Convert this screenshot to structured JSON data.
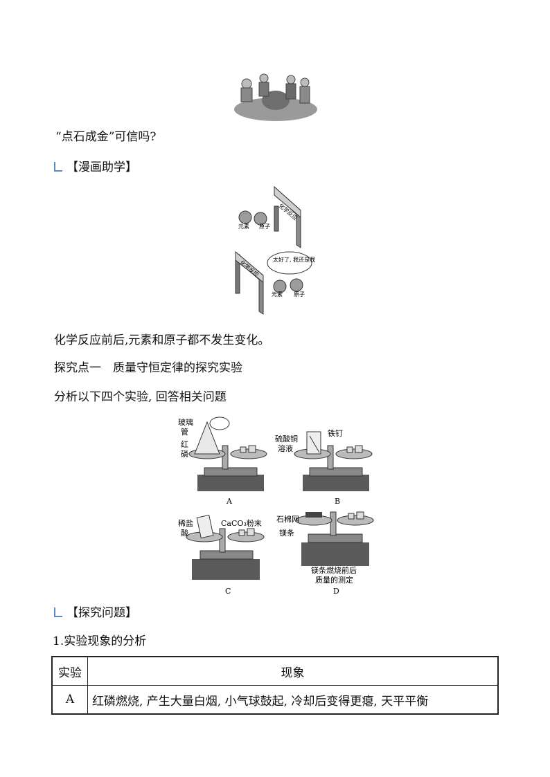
{
  "intro": {
    "question": "“点石成金”可信吗?"
  },
  "comic_section": {
    "heading": "【漫画助学】",
    "sign_text": "化学反应",
    "ball_left": "元素",
    "ball_right": "原子",
    "speech": "太好了, 我还是我!",
    "caption": "化学反应前后,元素和原子都不发生变化。"
  },
  "explore": {
    "title": "探究点一　质量守恒定律的探究实验",
    "instruction": "分析以下四个实验, 回答相关问题"
  },
  "experiments": {
    "A": {
      "label": "A",
      "parts": [
        "玻璃",
        "管",
        "红",
        "磷"
      ]
    },
    "B": {
      "label": "B",
      "parts": [
        "硫酸铜",
        "溶液",
        "铁钉"
      ]
    },
    "C": {
      "label": "C",
      "parts": [
        "稀盐",
        "酸",
        "CaCO₃粉末"
      ]
    },
    "D": {
      "label": "D",
      "parts": [
        "石棉网",
        "镁条",
        "镁条燃烧前后",
        "质量的测定"
      ]
    }
  },
  "questions": {
    "heading": "【探究问题】",
    "q1": "1.实验现象的分析"
  },
  "table": {
    "headers": [
      "实验",
      "现象"
    ],
    "rows": [
      {
        "exp": "A",
        "phenomenon": "红磷燃烧, 产生大量白烟, 小气球鼓起, 冷却后变得更瘪, 天平平衡"
      }
    ]
  }
}
